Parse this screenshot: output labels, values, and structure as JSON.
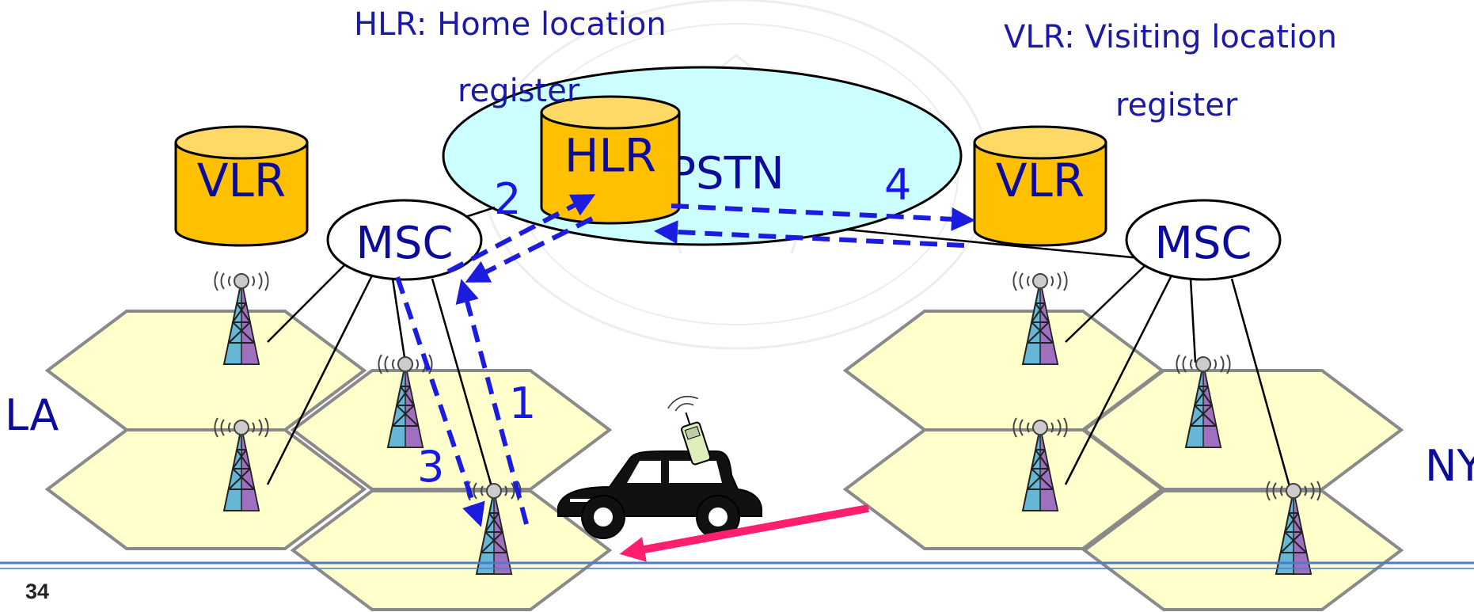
{
  "captions": {
    "hlr_line1": "HLR: Home location",
    "hlr_line2": "register",
    "vlr_line1": "VLR: Visiting location",
    "vlr_line2": "register"
  },
  "cloud": {
    "label": "PSTN"
  },
  "databases": {
    "hlr": "HLR",
    "vlr_la": "VLR",
    "vlr_ny": "VLR"
  },
  "switches": {
    "msc_la": "MSC",
    "msc_ny": "MSC"
  },
  "areas": {
    "la": "LA",
    "ny": "NY"
  },
  "steps": [
    "1",
    "2",
    "3",
    "4"
  ],
  "footer": {
    "page_number": "34"
  },
  "icons": [
    "cell-tower-icon",
    "car-icon",
    "mobile-phone-icon"
  ],
  "colors": {
    "text_blue": "#1a1aa6",
    "dashed_arrow": "#1c1ce0",
    "move_arrow": "#ff1f6e",
    "cell_fill": "#ffffcc",
    "db_fill": "#ffc000",
    "cloud_fill": "#ccffff"
  }
}
